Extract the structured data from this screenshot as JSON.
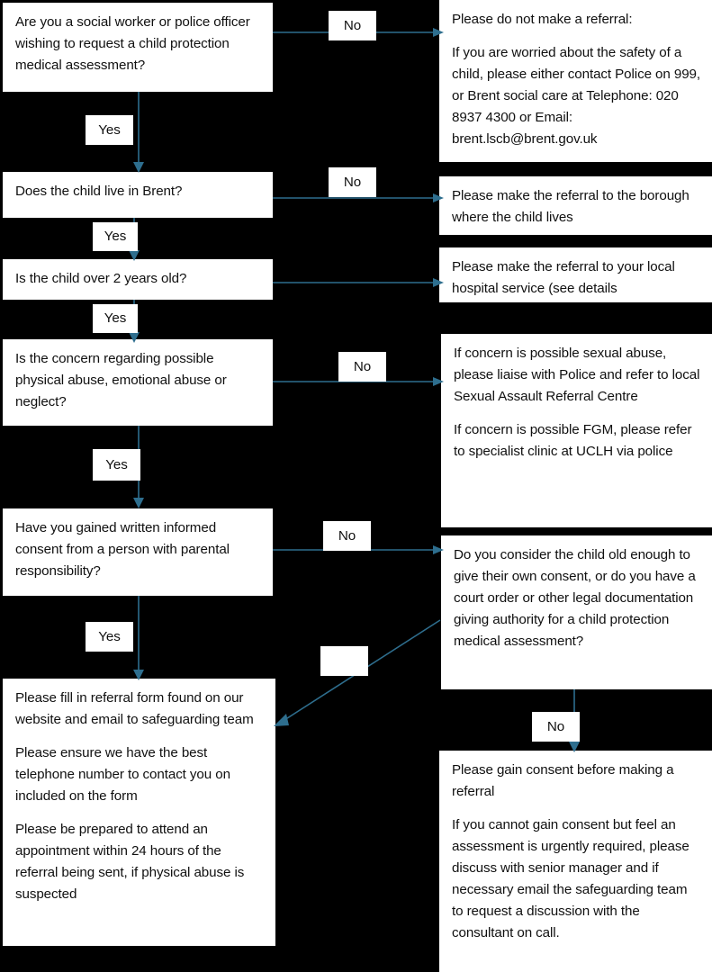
{
  "meta": {
    "title": "Child protection medical assessment referral flowchart",
    "background_color": "#000000",
    "node_fill": "#ffffff",
    "node_text_color": "#101010",
    "arrow_color": "#2E6E8E"
  },
  "nodes": {
    "q_role": {
      "paragraphs": [
        "Are you a social worker or police officer wishing to request a child protection medical assessment?"
      ]
    },
    "r_no_referral": {
      "paragraphs": [
        "Please do not make a referral:",
        "If you are worried about the safety of a child, please either contact Police on 999, or Brent social care at Telephone: 020 8937 4300 or Email: brent.lscb@brent.gov.uk"
      ]
    },
    "q_brent": {
      "paragraphs": [
        "Does the child live in Brent?"
      ]
    },
    "r_other_borough": {
      "paragraphs": [
        "Please make the referral to the borough where the child lives"
      ]
    },
    "q_over_two": {
      "paragraphs": [
        "Is the child over 2 years old?"
      ]
    },
    "r_local_hospital": {
      "paragraphs": [
        "Please make the referral to your local hospital service (see details"
      ]
    },
    "q_concern_type": {
      "paragraphs": [
        "Is the concern regarding possible physical abuse, emotional abuse or neglect?"
      ]
    },
    "r_sexual_fgm": {
      "paragraphs": [
        "If concern is possible sexual abuse, please liaise with Police and refer to local Sexual Assault Referral Centre",
        "If concern is possible FGM, please refer to specialist clinic at UCLH via police"
      ]
    },
    "q_consent": {
      "paragraphs": [
        "Have you gained written informed consent from a person with parental responsibility?"
      ]
    },
    "q_child_consent": {
      "paragraphs": [
        "Do you consider the child old enough to give their own consent, or do you have a court order or other legal documentation giving authority for a child protection medical assessment?"
      ]
    },
    "r_fill_form": {
      "paragraphs": [
        "Please fill in referral form found on our website and email to safeguarding team",
        "Please ensure we have the best telephone number to contact you on included on the form",
        "Please be prepared to attend an appointment within 24 hours of the referral being sent, if physical abuse is suspected"
      ]
    },
    "r_gain_consent": {
      "paragraphs": [
        "Please gain consent before making a referral",
        "If you cannot gain consent but feel an assessment is urgently required, please discuss with senior manager and if necessary email the safeguarding team to request a discussion with the consultant on call."
      ]
    }
  },
  "edge_labels": {
    "role_no": "No",
    "role_yes": "Yes",
    "brent_no": "No",
    "brent_yes": "Yes",
    "over_two_yes": "Yes",
    "concern_no": "No",
    "concern_yes": "Yes",
    "consent_no": "No",
    "consent_yes": "Yes",
    "child_consent_no": "No"
  }
}
